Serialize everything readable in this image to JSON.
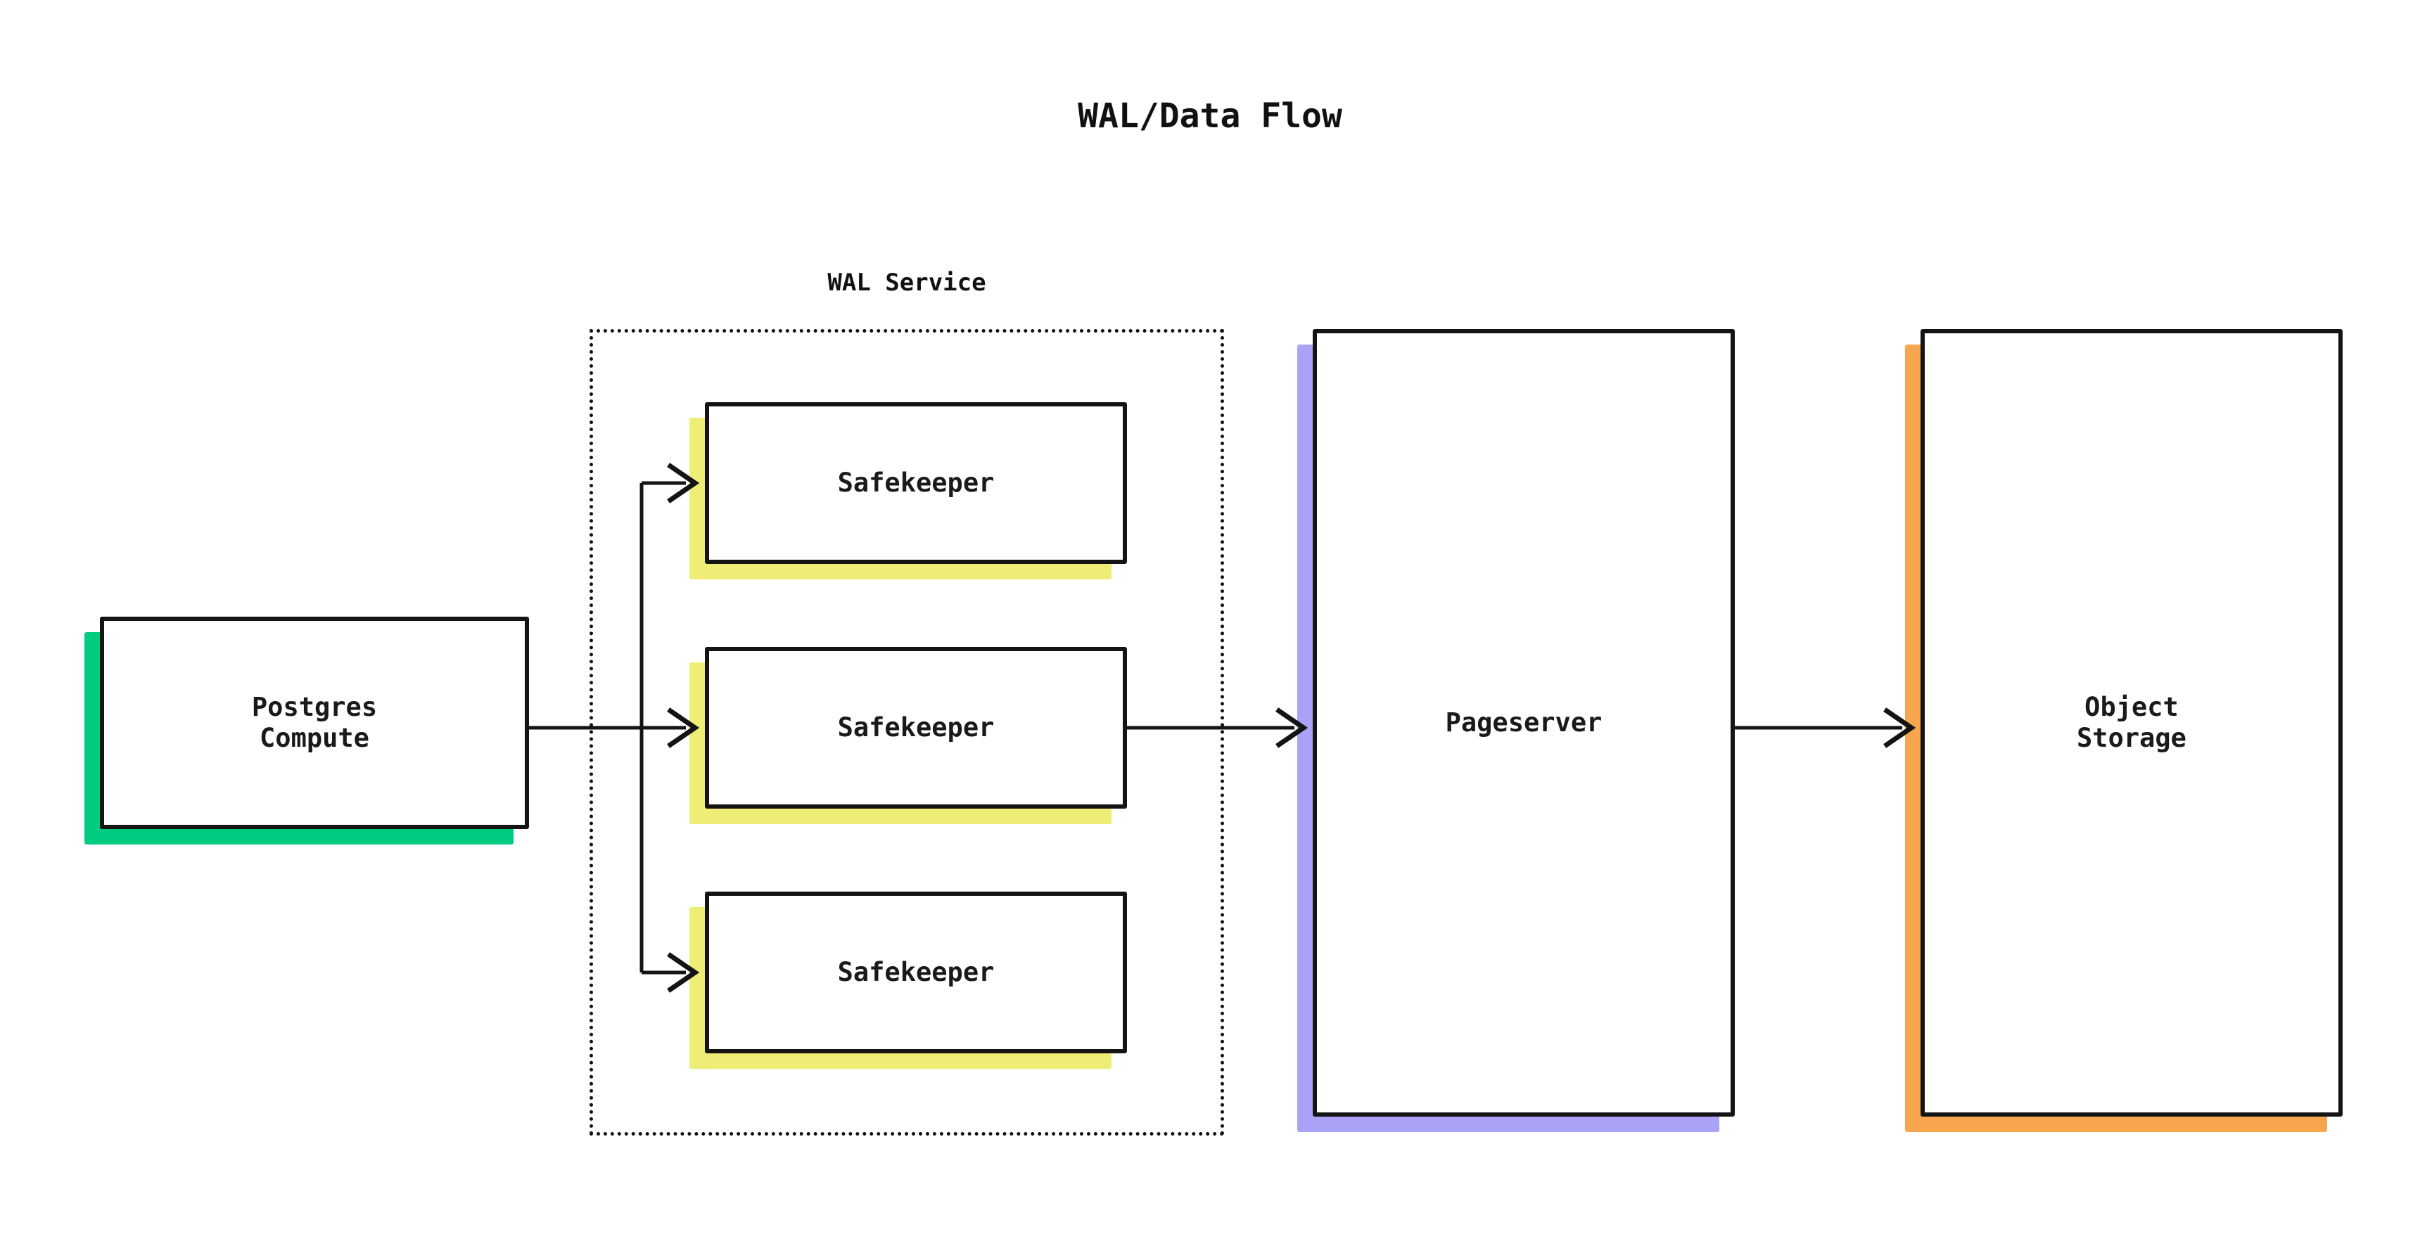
{
  "diagram": {
    "title": "WAL/Data Flow",
    "background": "#ffffff",
    "line_color": "#141414",
    "text_color": "#1a1a1a"
  },
  "cluster": {
    "label": "WAL Service",
    "border_style": "dotted",
    "border_color": "#111111"
  },
  "nodes": {
    "postgres": {
      "label": "Postgres\nCompute",
      "accent": "#00cb83"
    },
    "safekeeper1": {
      "label": "Safekeeper",
      "accent": "#eeee77"
    },
    "safekeeper2": {
      "label": "Safekeeper",
      "accent": "#eeee77"
    },
    "safekeeper3": {
      "label": "Safekeeper",
      "accent": "#eeee77"
    },
    "pageserver": {
      "label": "Pageserver",
      "accent": "#a9a2f7"
    },
    "object_storage": {
      "label": "Object\nStorage",
      "accent": "#f7a64d"
    }
  },
  "edges": [
    {
      "name": "postgres-to-safekeeper1",
      "from": "postgres",
      "to": "safekeeper1",
      "arrow": "open-chevron"
    },
    {
      "name": "postgres-to-safekeeper2",
      "from": "postgres",
      "to": "safekeeper2",
      "arrow": "open-chevron"
    },
    {
      "name": "postgres-to-safekeeper3",
      "from": "postgres",
      "to": "safekeeper3",
      "arrow": "open-chevron"
    },
    {
      "name": "safekeeper2-to-pageserver",
      "from": "safekeeper2",
      "to": "pageserver",
      "arrow": "open-chevron"
    },
    {
      "name": "pageserver-to-object-storage",
      "from": "pageserver",
      "to": "object_storage",
      "arrow": "open-chevron"
    }
  ]
}
